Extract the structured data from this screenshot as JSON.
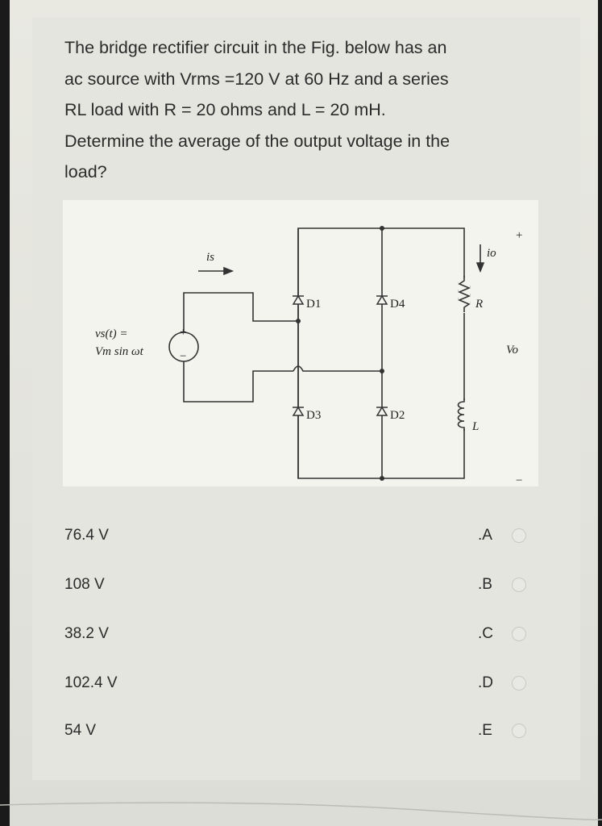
{
  "question": {
    "lines": [
      "The bridge rectifier circuit in the Fig. below has an",
      "ac source with Vrms =120 V at 60 Hz and a series",
      "RL load with R = 20 ohms and L = 20 mH.",
      "Determine the average  of the output voltage in the",
      "load?"
    ]
  },
  "figure": {
    "source_label_1": "vs(t) =",
    "source_label_2": "Vm sin ωt",
    "plus_sign": "+",
    "minus_sign": "−",
    "is_label": "is",
    "io_label": "io",
    "d1": "D1",
    "d2": "D2",
    "d3": "D3",
    "d4": "D4",
    "r_label": "R",
    "l_label": "L",
    "vo_label": "Vo",
    "vo_plus": "+",
    "vo_minus": "−"
  },
  "options": [
    {
      "value": "76.4 V",
      "letter": ".A"
    },
    {
      "value": "108 V",
      "letter": ".B"
    },
    {
      "value": "38.2 V",
      "letter": ".C"
    },
    {
      "value": "102.4 V",
      "letter": ".D"
    },
    {
      "value": "54 V",
      "letter": ".E"
    }
  ]
}
